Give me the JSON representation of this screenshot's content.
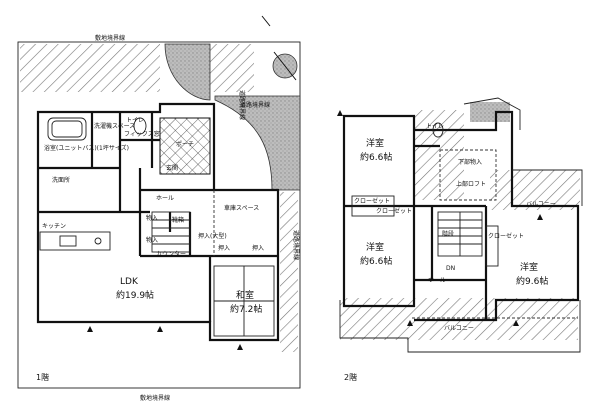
{
  "floor1": {
    "floor_label": "1階",
    "boundary_top": "敷地境界線",
    "boundary_right_top": "道路境界線",
    "boundary_mid": "道路境界線",
    "boundary_right_side": "道路境界線",
    "boundary_bottom": "敷地境界線",
    "rooms": {
      "bathroom": "浴室(ユニットバス)(1坪サイズ)",
      "laundry_space": "洗濯機スペース",
      "washroom": "洗面所",
      "toilet": "トイレ",
      "toilet_window": "フィックス窓",
      "porch": "ポーチ",
      "entrance": "玄関",
      "storage": "物入",
      "hall": "ホール",
      "shoe_cabinet": "靴箱",
      "parking": "車庫スペース",
      "kitchen": "キッチン",
      "counter": "カウンター",
      "oshiire_large": "押入(大型)",
      "oshiire": "押入",
      "ldk_name": "LDK",
      "ldk_size": "約19.9帖",
      "washitsu_name": "和室",
      "washitsu_size": "約7.2帖"
    }
  },
  "floor2": {
    "floor_label": "2階",
    "rooms": {
      "youshitsu_a_name": "洋室",
      "youshitsu_a_size": "約6.6帖",
      "youshitsu_b_name": "洋室",
      "youshitsu_b_size": "約6.6帖",
      "youshitsu_c_name": "洋室",
      "youshitsu_c_size": "約9.6帖",
      "toilet": "トイレ",
      "closet": "クローゼット",
      "storage_under": "下部物入",
      "loft": "上部ロフト",
      "balcony_top": "バルコニー",
      "balcony_bottom": "バルコニー",
      "stairs": "階段",
      "hall": "ホール",
      "down": "DN"
    }
  },
  "colors": {
    "wall": "#111111",
    "hatch": "#8a8a8a",
    "paper": "#ffffff"
  }
}
